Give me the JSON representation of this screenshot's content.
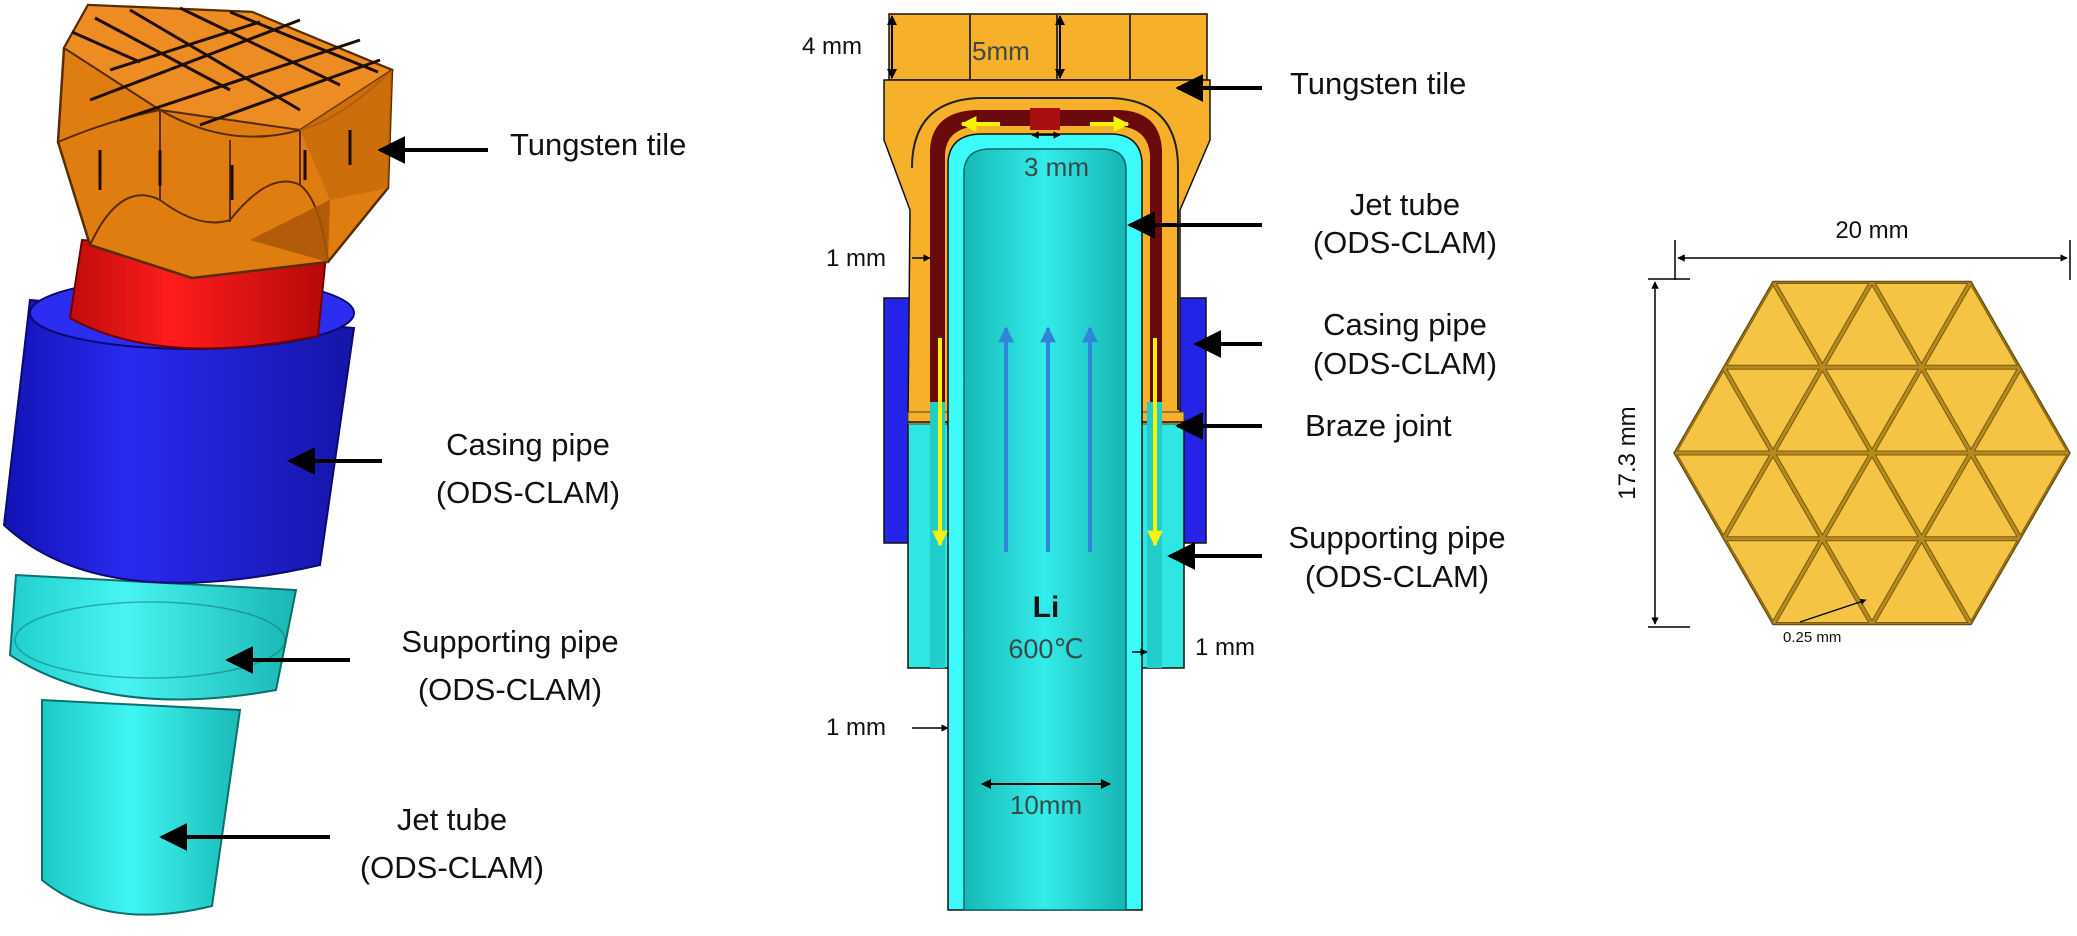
{
  "colors": {
    "tungsten_3d": "#e07d10",
    "tungsten_section": "#f7b02a",
    "braze_red": "#ee1111",
    "casing_blue": "#1f1fe6",
    "supporting_cyan": "#2bdedc",
    "jet_cyan": "#22e2e0",
    "jet_wall": "#3dfbfb",
    "hex_gold": "#f5c445",
    "yellow_arrow": "#f6f400",
    "blue_arrow": "#2f86d8",
    "dark_red": "#6a0a0a"
  },
  "left_view": {
    "labels": {
      "tungsten": "Tungsten tile",
      "casing_line1": "Casing pipe",
      "casing_line2": "(ODS-CLAM)",
      "supporting_line1": "Supporting pipe",
      "supporting_line2": "(ODS-CLAM)",
      "jet_line1": "Jet tube",
      "jet_line2": "(ODS-CLAM)"
    }
  },
  "section_view": {
    "labels": {
      "tungsten": "Tungsten tile",
      "jet_line1": "Jet tube",
      "jet_line2": "(ODS-CLAM)",
      "casing_line1": "Casing pipe",
      "casing_line2": "(ODS-CLAM)",
      "braze": "Braze joint",
      "supporting_line1": "Supporting pipe",
      "supporting_line2": "(ODS-CLAM)"
    },
    "dims": {
      "d4mm": "4 mm",
      "d5mm": "5mm",
      "d3mm": "3 mm",
      "d1mm_a": "1 mm",
      "d1mm_b": "1 mm",
      "d1mm_c": "1 mm",
      "d10mm": "10mm"
    },
    "fluid": {
      "name": "Li",
      "temp": "600℃"
    }
  },
  "hex_view": {
    "width": "20 mm",
    "height": "17.3 mm",
    "gap": "0.25 mm"
  }
}
